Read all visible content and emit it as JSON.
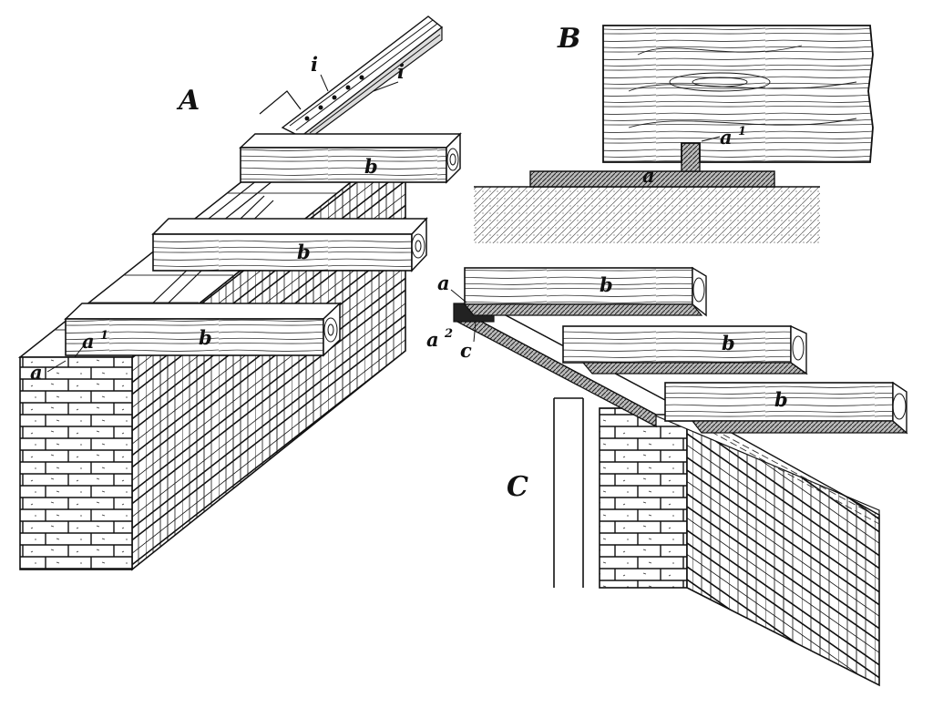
{
  "figure": {
    "panels": [
      {
        "id": "A",
        "label": "A"
      },
      {
        "id": "B",
        "label": "B"
      },
      {
        "id": "C",
        "label": "C"
      }
    ],
    "labels": {
      "A_i_1": "i",
      "A_i_2": "i",
      "A_b_1": "b",
      "A_b_2": "b",
      "A_b_3": "b",
      "A_a1": "a",
      "A_a1_sup": "1",
      "A_a": "a",
      "B_a": "a",
      "B_a1": "a",
      "B_a1_sup": "1",
      "C_a": "a",
      "C_a2": "a",
      "C_a2_sup": "2",
      "C_c": "c",
      "C_b_1": "b",
      "C_b_2": "b",
      "C_b_3": "b"
    }
  }
}
